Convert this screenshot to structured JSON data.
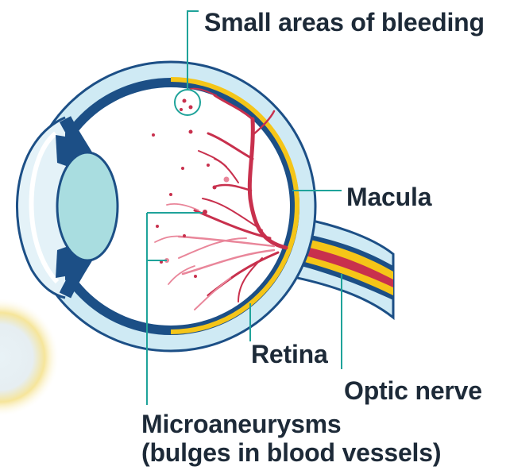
{
  "labels": {
    "bleeding": "Small areas of bleeding",
    "macula": "Macula",
    "retina": "Retina",
    "optic_nerve": "Optic nerve",
    "microaneurysms_line1": "Microaneurysms",
    "microaneurysms_line2": "(bulges in blood vessels)"
  },
  "colors": {
    "sclera": "#cfeaf4",
    "choroid": "#1c4f86",
    "retina": "#f5c518",
    "vessel": "#c8304d",
    "vessel_light": "#e9869a",
    "leader": "#1fa39a",
    "text": "#1d2a38",
    "glow": "#f7e7a0"
  }
}
